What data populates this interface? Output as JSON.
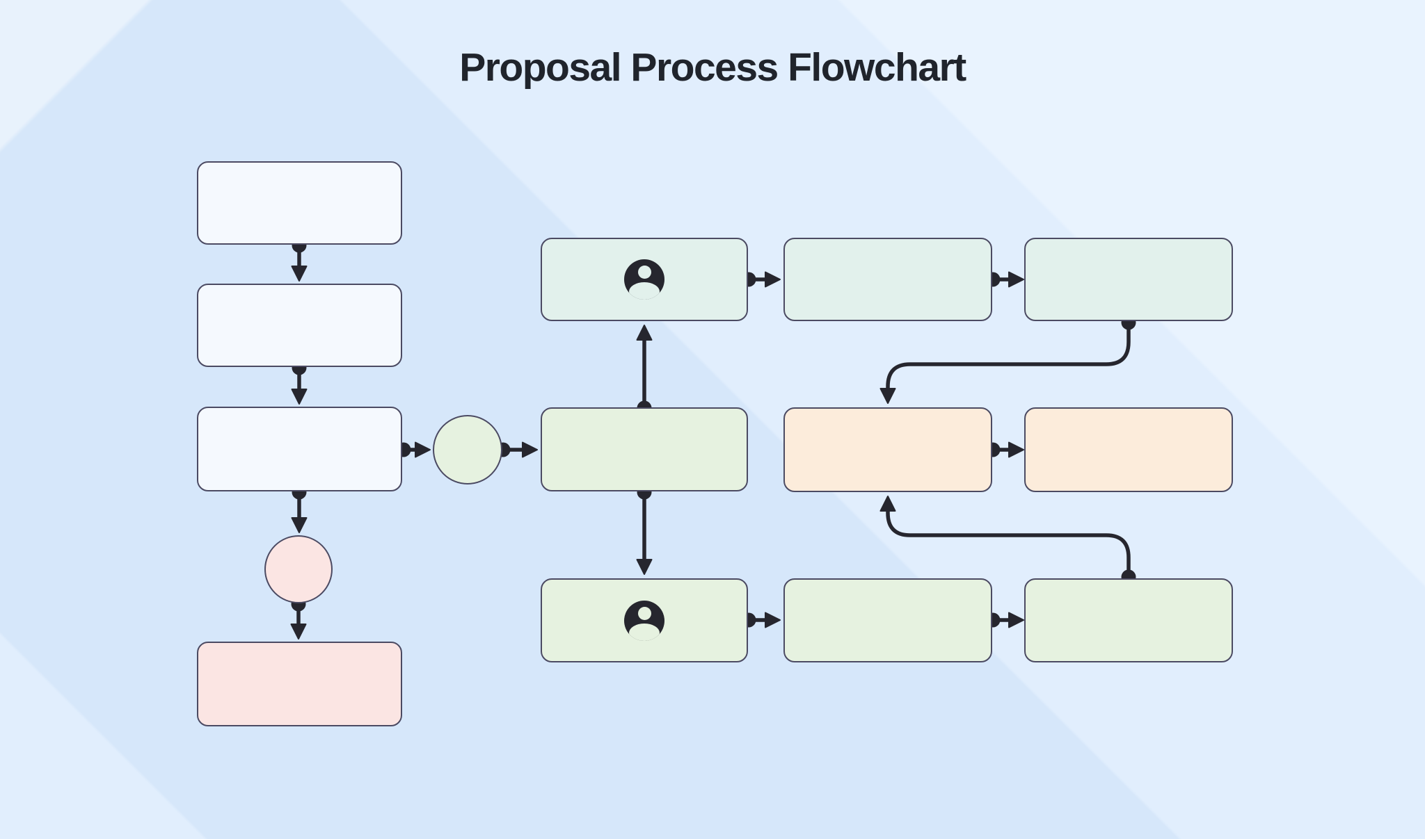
{
  "title": "Proposal Process Flowchart",
  "palette": {
    "canvas-bg": "#d6e7fa",
    "canvas-stripe": "#e9f3fe",
    "blue-fill": "#f5f9fe",
    "mint-fill": "#e2f1ec",
    "green-fill": "#e6f2e0",
    "orange-fill": "#fcecdb",
    "pink-fill": "#fbe5e3",
    "node-border": "#4b4a62",
    "line-color": "#26262e",
    "title-color": "#20242c"
  },
  "diagram": {
    "nodes": [
      {
        "id": "n-l1",
        "shape": "rounded-box",
        "color_role": "blue",
        "icon": null,
        "label": ""
      },
      {
        "id": "n-l2",
        "shape": "rounded-box",
        "color_role": "blue",
        "icon": null,
        "label": ""
      },
      {
        "id": "n-l3",
        "shape": "rounded-box",
        "color_role": "blue",
        "icon": null,
        "label": ""
      },
      {
        "id": "n-pink-circle",
        "shape": "circle",
        "color_role": "pink",
        "icon": null,
        "label": ""
      },
      {
        "id": "n-pink-box",
        "shape": "rounded-box",
        "color_role": "pink",
        "icon": null,
        "label": ""
      },
      {
        "id": "n-green-circle",
        "shape": "circle",
        "color_role": "green",
        "icon": null,
        "label": ""
      },
      {
        "id": "n-m-top",
        "shape": "rounded-box",
        "color_role": "mint",
        "icon": "person-icon",
        "label": ""
      },
      {
        "id": "n-m-mid",
        "shape": "rounded-box",
        "color_role": "green",
        "icon": null,
        "label": ""
      },
      {
        "id": "n-m-bot",
        "shape": "rounded-box",
        "color_role": "green",
        "icon": "person-icon",
        "label": ""
      },
      {
        "id": "n-t2",
        "shape": "rounded-box",
        "color_role": "mint",
        "icon": null,
        "label": ""
      },
      {
        "id": "n-t3",
        "shape": "rounded-box",
        "color_role": "mint",
        "icon": null,
        "label": ""
      },
      {
        "id": "n-o1",
        "shape": "rounded-box",
        "color_role": "orange",
        "icon": null,
        "label": ""
      },
      {
        "id": "n-o2",
        "shape": "rounded-box",
        "color_role": "orange",
        "icon": null,
        "label": ""
      },
      {
        "id": "n-b2",
        "shape": "rounded-box",
        "color_role": "green",
        "icon": null,
        "label": ""
      },
      {
        "id": "n-b3",
        "shape": "rounded-box",
        "color_role": "green",
        "icon": null,
        "label": ""
      }
    ],
    "connectors": [
      {
        "from": "n-l1",
        "to": "n-l2",
        "style": "straight-down"
      },
      {
        "from": "n-l2",
        "to": "n-l3",
        "style": "straight-down"
      },
      {
        "from": "n-l3",
        "to": "n-pink-circle",
        "style": "straight-down"
      },
      {
        "from": "n-pink-circle",
        "to": "n-pink-box",
        "style": "straight-down"
      },
      {
        "from": "n-l3",
        "to": "n-green-circle",
        "style": "straight-right"
      },
      {
        "from": "n-green-circle",
        "to": "n-m-mid",
        "style": "straight-right"
      },
      {
        "from": "n-m-mid",
        "to": "n-m-top",
        "style": "straight-up"
      },
      {
        "from": "n-m-mid",
        "to": "n-m-bot",
        "style": "straight-down"
      },
      {
        "from": "n-m-top",
        "to": "n-t2",
        "style": "straight-right"
      },
      {
        "from": "n-t2",
        "to": "n-t3",
        "style": "straight-right"
      },
      {
        "from": "n-t3",
        "to": "n-o1",
        "style": "s-curve-down"
      },
      {
        "from": "n-o1",
        "to": "n-o2",
        "style": "straight-right"
      },
      {
        "from": "n-b3",
        "to": "n-o1",
        "style": "s-curve-up"
      },
      {
        "from": "n-m-bot",
        "to": "n-b2",
        "style": "straight-right"
      },
      {
        "from": "n-b2",
        "to": "n-b3",
        "style": "straight-right"
      }
    ]
  }
}
